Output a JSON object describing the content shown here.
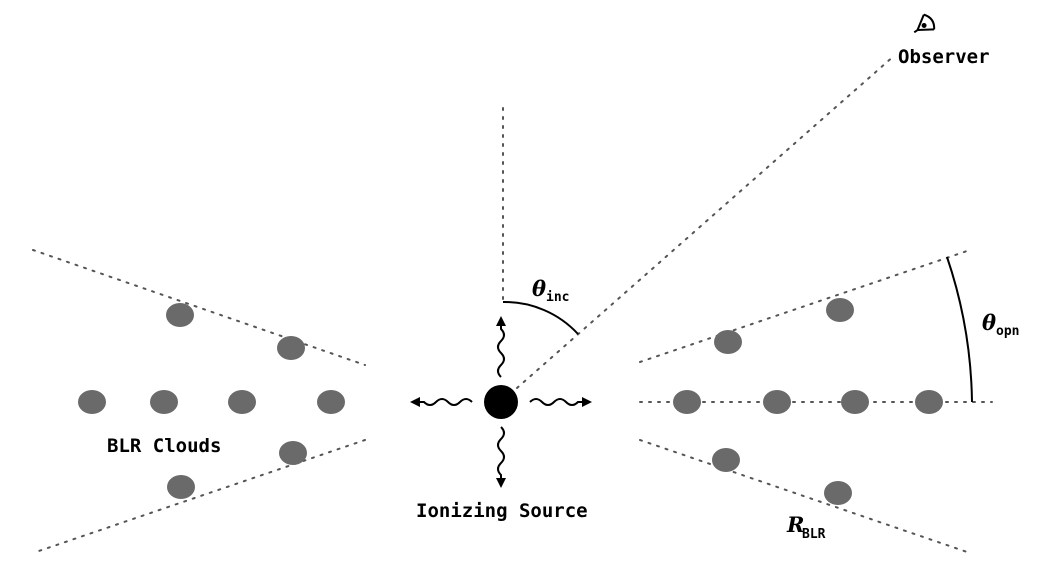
{
  "labels": {
    "observer": "Observer",
    "blr_clouds": "BLR Clouds",
    "ionizing_source": "Ionizing Source",
    "theta_inc_symbol": "θ",
    "theta_inc_sub": "inc",
    "theta_opn_symbol": "θ",
    "theta_opn_sub": "opn",
    "r_blr_symbol": "R",
    "r_blr_sub": "BLR"
  },
  "colors": {
    "cloud": "#6a6a6a",
    "source": "#000000",
    "dotted_line": "#555555"
  },
  "icons": [
    "eye-icon"
  ]
}
